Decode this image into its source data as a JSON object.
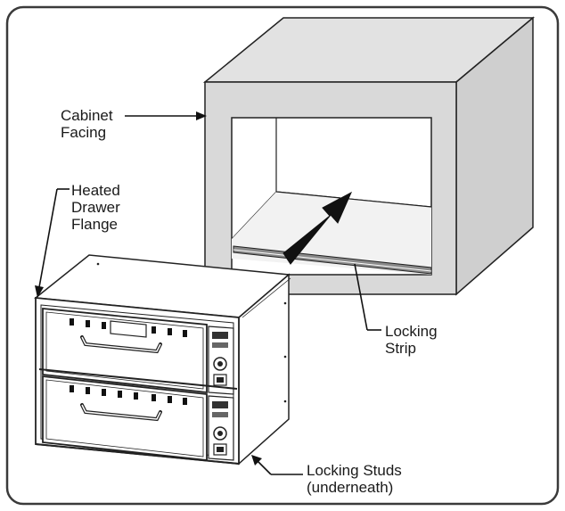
{
  "labels": {
    "cabinet_facing": [
      "Cabinet",
      "Facing"
    ],
    "heated_drawer_flange": [
      "Heated",
      "Drawer",
      "Flange"
    ],
    "locking_strip": [
      "Locking",
      "Strip"
    ],
    "locking_studs": [
      "Locking Studs",
      "(underneath)"
    ]
  },
  "colors": {
    "frame": "#3a3a3a",
    "cabinet_face": "#d9d9d9",
    "cabinet_side": "#cfcfcf",
    "cabinet_top": "#e2e2e2",
    "outline": "#222222",
    "arrow": "#111111"
  }
}
